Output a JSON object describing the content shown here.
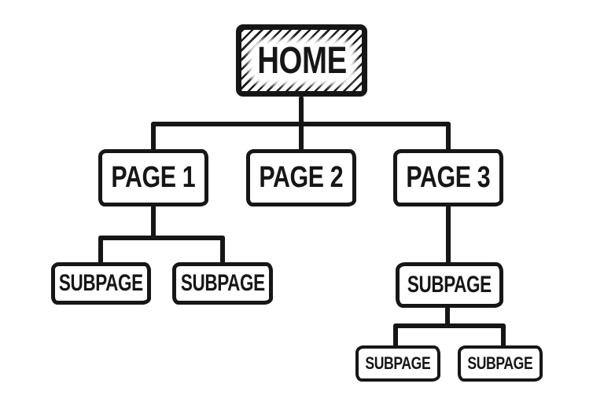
{
  "diagram": {
    "type": "sitemap-tree",
    "style": "hand-drawn-sketch",
    "colors": {
      "ink": "#161616",
      "background": "#ffffff"
    },
    "nodes": {
      "home": {
        "label": "HOME",
        "level": 0,
        "parent": null,
        "fill": "hatched"
      },
      "page1": {
        "label": "PAGE 1",
        "level": 1,
        "parent": "home",
        "fill": "white"
      },
      "page2": {
        "label": "PAGE 2",
        "level": 1,
        "parent": "home",
        "fill": "white"
      },
      "page3": {
        "label": "PAGE 3",
        "level": 1,
        "parent": "home",
        "fill": "white"
      },
      "sub1a": {
        "label": "SUBPAGE",
        "level": 2,
        "parent": "page1",
        "fill": "white"
      },
      "sub1b": {
        "label": "SUBPAGE",
        "level": 2,
        "parent": "page1",
        "fill": "white"
      },
      "sub3": {
        "label": "SUBPAGE",
        "level": 2,
        "parent": "page3",
        "fill": "white"
      },
      "sub3a": {
        "label": "SUBPAGE",
        "level": 3,
        "parent": "sub3",
        "fill": "white"
      },
      "sub3b": {
        "label": "SUBPAGE",
        "level": 3,
        "parent": "sub3",
        "fill": "white"
      }
    },
    "edges": [
      {
        "from": "home",
        "to": "page1"
      },
      {
        "from": "home",
        "to": "page2"
      },
      {
        "from": "home",
        "to": "page3"
      },
      {
        "from": "page1",
        "to": "sub1a"
      },
      {
        "from": "page1",
        "to": "sub1b"
      },
      {
        "from": "page3",
        "to": "sub3"
      },
      {
        "from": "sub3",
        "to": "sub3a"
      },
      {
        "from": "sub3",
        "to": "sub3b"
      }
    ]
  }
}
